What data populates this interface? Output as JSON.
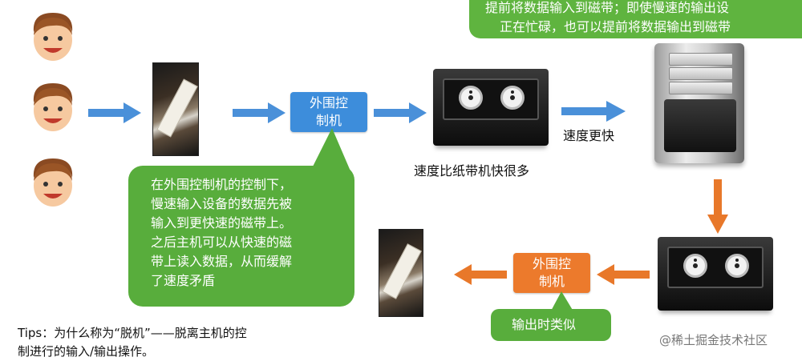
{
  "top_bubble": {
    "line1": "提前将数据输入到磁带；即使慢速的输出设",
    "line2": "正在忙碌，也可以提前将数据输出到磁带"
  },
  "controller_in": {
    "line1": "外围控",
    "line2": "制机"
  },
  "controller_out": {
    "line1": "外围控",
    "line2": "制机"
  },
  "label_tape_speed": "速度比纸带机快很多",
  "label_faster": "速度更快",
  "explain_bubble": {
    "lines": [
      "在外围控制机的控制下，",
      "慢速输入设备的数据先被",
      "输入到更快速的磁带上。",
      "之后主机可以从快速的磁",
      "带上读入数据，从而缓解",
      "了速度矛盾"
    ]
  },
  "output_bubble": "输出时类似",
  "tips": {
    "line1": "Tips：为什么称为“脱机”——脱离主机的控",
    "line2": "制进行的输入/输出操作。"
  },
  "watermark": "@稀土掘金技术社区",
  "colors": {
    "blue_arrow": "#4a90d9",
    "orange_arrow": "#e8782a",
    "bubble_green": "#58ad3c"
  }
}
